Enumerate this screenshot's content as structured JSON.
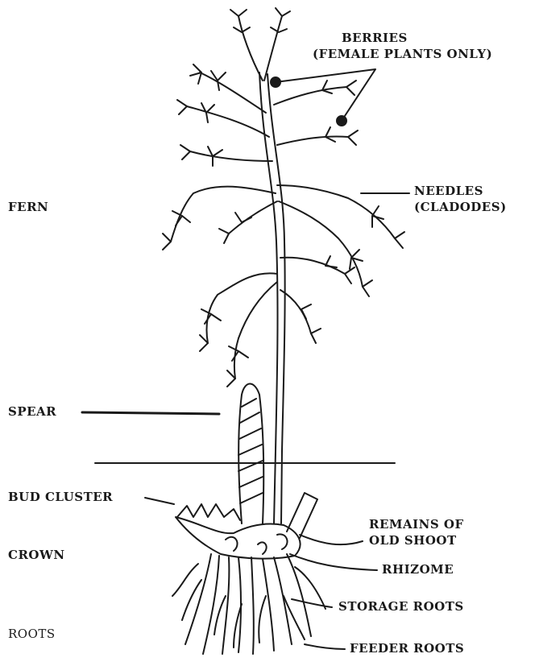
{
  "labels": {
    "berries_line1": "BERRIES",
    "berries_line2": "(FEMALE PLANTS ONLY)",
    "needles_line1": "NEEDLES",
    "needles_line2": "(CLADODES)",
    "fern": "FERN",
    "spear": "SPEAR",
    "bud_cluster": "BUD CLUSTER",
    "remains_line1": "REMAINS OF",
    "remains_line2": "OLD SHOOT",
    "crown": "CROWN",
    "rhizome": "RHIZOME",
    "storage_roots": "STORAGE ROOTS",
    "roots": "ROOTS",
    "feeder_roots": "FEEDER ROOTS"
  },
  "colors": {
    "ink": "#1a1a1a",
    "background": "#ffffff"
  }
}
